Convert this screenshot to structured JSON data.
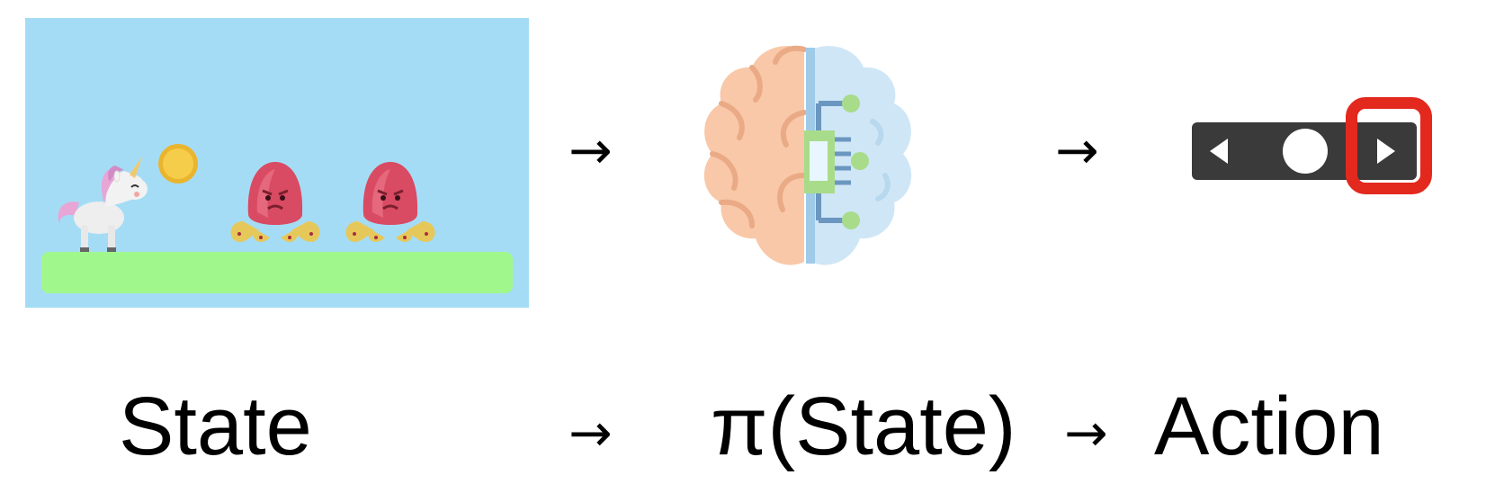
{
  "labels": {
    "state": "State",
    "policy": "π(State)",
    "action": "Action",
    "arrow": "→"
  },
  "icons": {
    "scene_characters": [
      "unicorn-icon",
      "coin-icon",
      "octopus-icon",
      "octopus-icon"
    ],
    "policy_icon": "brain-circuit-icon",
    "controller_buttons": [
      "left-button",
      "center-button",
      "right-button"
    ]
  },
  "controller": {
    "selected_button": "right-button"
  },
  "colors": {
    "sky": "#a5dcf5",
    "ground": "#a0f88c",
    "coin": "#f2c23a",
    "octopus": "#d94b63",
    "brain_left": "#f8c8a8",
    "brain_right": "#cfe6f6",
    "circuit": "#a8dc8a",
    "controller": "#3a3a3a",
    "highlight": "#e3281e"
  }
}
